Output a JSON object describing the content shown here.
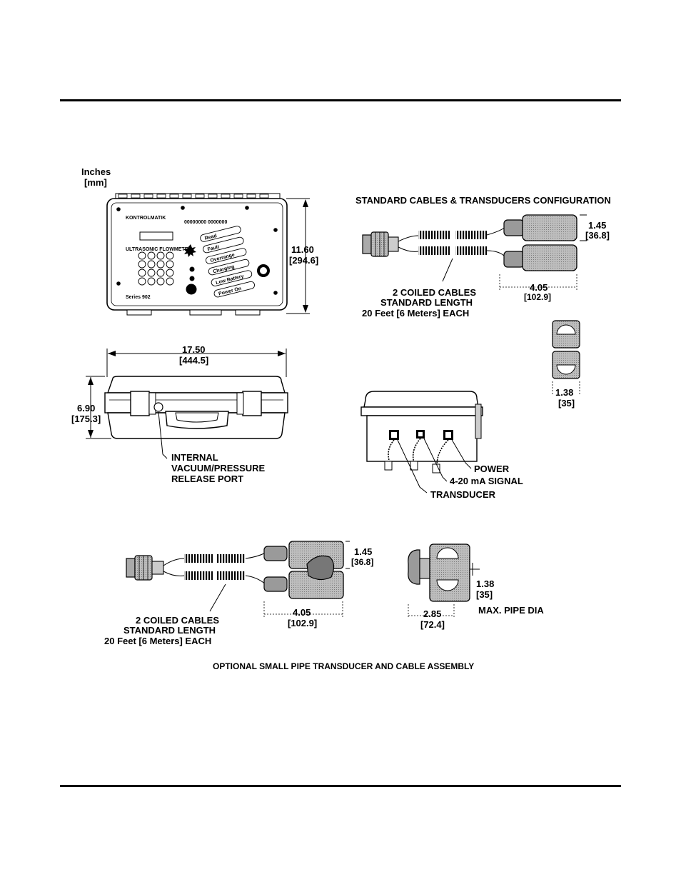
{
  "units": {
    "line1": "Inches",
    "line2": "[mm]"
  },
  "front_view": {
    "display_title": "ULTRASONIC FLOWMETER",
    "series": "Series 902",
    "indicators": [
      "Read",
      "Fault",
      "Overrange",
      "Charging",
      "Low Battery",
      "Power On"
    ],
    "height_in": "11.60",
    "height_mm": "[294.6]"
  },
  "side_view": {
    "width_in": "17.50",
    "width_mm": "[444.5]",
    "height_in": "6.90",
    "height_mm": "[175.3]",
    "port_label": [
      "INTERNAL",
      "VACUUM/PRESSURE",
      "RELEASE PORT"
    ]
  },
  "standard_config": {
    "title": "STANDARD CABLES & TRANSDUCERS CONFIGURATION",
    "transducer_h_in": "1.45",
    "transducer_h_mm": "[36.8]",
    "transducer_w_in": "4.05",
    "transducer_w_mm": "[102.9]",
    "cable_label": [
      "2 COILED CABLES",
      "STANDARD LENGTH",
      "20 Feet [6 Meters] EACH"
    ],
    "face_in": "1.38",
    "face_mm": "[35]"
  },
  "connectors": {
    "power": "POWER",
    "signal": "4-20 mA SIGNAL",
    "transducer": "TRANSDUCER"
  },
  "small_pipe": {
    "title": "OPTIONAL SMALL PIPE TRANSDUCER AND CABLE ASSEMBLY",
    "cable_label": [
      "2 COILED CABLES",
      "STANDARD LENGTH",
      "20 Feet [6 Meters] EACH"
    ],
    "h_in": "1.45",
    "h_mm": "[36.8]",
    "w_in": "4.05",
    "w_mm": "[102.9]",
    "max_in": "1.38",
    "max_mm": "[35]",
    "max_label": "MAX. PIPE DIA",
    "depth_in": "2.85",
    "depth_mm": "[72.4]"
  }
}
